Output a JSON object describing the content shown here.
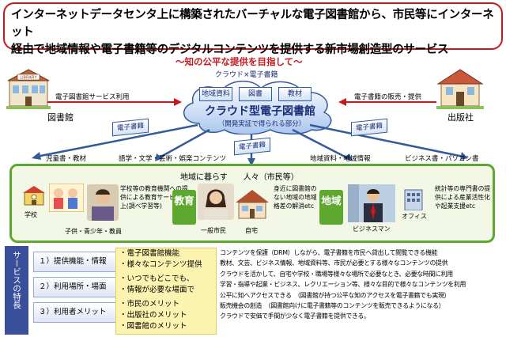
{
  "banner": {
    "line1": "インターネットデータセンタ上に構築されたバーチャルな電子図書館から、市民等にインターネット",
    "line2": "経由で地域情報や電子書籍等のデジタルコンテンツを提供する新市場創造型のサービス"
  },
  "cloud": {
    "subtitle": "～知の公平な提供を目指して～",
    "label": "クラウド×電子書籍",
    "tags": [
      "地域資料",
      "図書",
      "教材"
    ],
    "title": "クラウド型電子図書館",
    "note": "（開発実証で得られる部分）"
  },
  "library": {
    "name": "図書館",
    "link": "電子図書館サービス利用",
    "sign": "LIBRARY"
  },
  "publisher": {
    "name": "出版社",
    "link": "電子書籍の販売・提供"
  },
  "book_label": "電子書籍",
  "keywords": {
    "children": "児童書・教材",
    "culture": "語学・文学・芸術・娯楽コンテンツ",
    "regional": "地域資料・地域情報",
    "business": "ビジネス書・パソコン書"
  },
  "region": {
    "title": "地域に暮らす　　人々（市民等）",
    "badge_edu": "教育",
    "badge_region": "地域",
    "school": "学校",
    "school_desc": "学校等の教育機関への提供による教育サービス向上(調べ学習等)",
    "kids": "子供・青少年・教員",
    "citizen": "一般市民",
    "home": "自宅",
    "home_desc": "身近に図書館のない地域の地域格差の解消etc",
    "business": "ビジネスマン",
    "office": "オフィス",
    "office_desc": "統計等の専門書の提供による産業活性化や起業支援etc"
  },
  "service": {
    "side_label": "サービスの特長",
    "items": [
      "１）提供機能・情報",
      "２）利用場所・場面",
      "３）利用者メリット"
    ],
    "features": [
      "・電子図書館機能",
      "・様々なコンテンツ提供",
      "・いつでもどこでも、",
      "・情報が必要な場面で",
      "・市民のメリット",
      "・出版社のメリット",
      "・図書館のメリット"
    ],
    "descriptions": [
      "コンテンツを保護（DRM）しながら、電子書籍を市民へ貸出して閲覧できる機能",
      "教材、文芸、ビジネス情報、地域資料等、市民が必要とする様々なコンテンツの提供",
      "クラウドを活かして、自宅や学校・職場等様々な場所で必要なとき、必要な時間に利用",
      "学習・指導や起業・ビジネス、レクリエーション等、様々な目的で様々なコンテンツを利用",
      "公平に知へアクセスできる　（図書館が持つ公平な知のアクセスを電子書籍でも実現）",
      "販売機会の創造　（図書館向けに電子書籍等のコンテンツを販売できるようになる）",
      "クラウドで安価で手間が少なく電子書籍を提供できる。"
    ]
  }
}
